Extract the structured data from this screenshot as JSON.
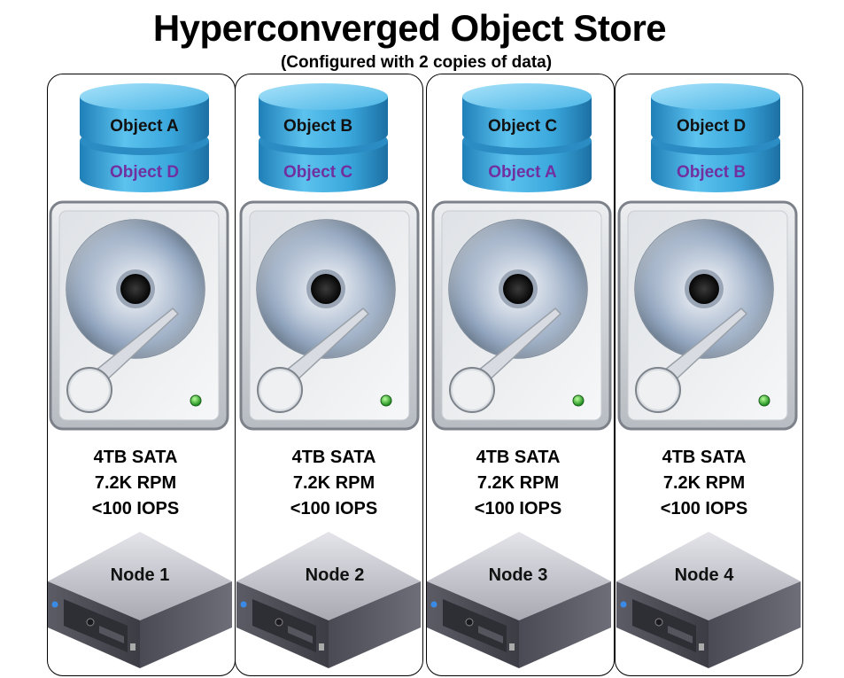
{
  "title": "Hyperconverged Object Store",
  "subtitle": "(Configured with 2 copies of data)",
  "nodes": [
    {
      "objects": [
        "Object A",
        "Object D"
      ],
      "specs": [
        "4TB SATA",
        "7.2K RPM",
        "<100 IOPS"
      ],
      "name": "Node 1"
    },
    {
      "objects": [
        "Object B",
        "Object C"
      ],
      "specs": [
        "4TB SATA",
        "7.2K RPM",
        "<100 IOPS"
      ],
      "name": "Node 2"
    },
    {
      "objects": [
        "Object C",
        "Object A"
      ],
      "specs": [
        "4TB SATA",
        "7.2K RPM",
        "<100 IOPS"
      ],
      "name": "Node 3"
    },
    {
      "objects": [
        "Object D",
        "Object B"
      ],
      "specs": [
        "4TB SATA",
        "7.2K RPM",
        "<100 IOPS"
      ],
      "name": "Node 4"
    }
  ],
  "colors": {
    "secondary_object_text": "#7030a0",
    "database": "#3aa0d8",
    "led": "#2fbf2f"
  }
}
